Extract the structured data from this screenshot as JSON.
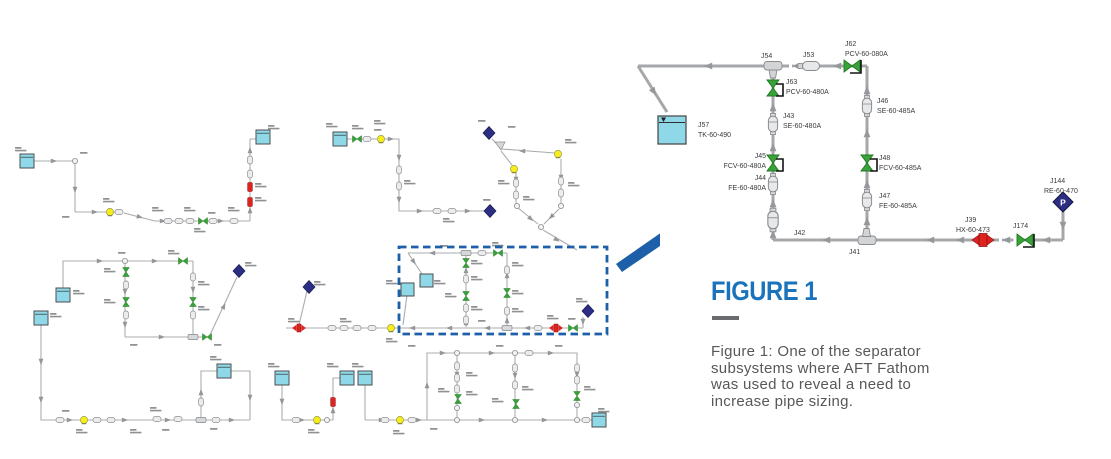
{
  "figure_panel": {
    "heading": "FIGURE 1",
    "caption": "Figure 1: One of the separator subsystems where AFT Fathom was used to reveal a need to increase pipe sizing."
  },
  "colors": {
    "heading_blue": "#1b74bb",
    "rule_gray": "#6a6b6e",
    "caption_gray": "#57585a",
    "selection_box_blue": "#1d5fa8",
    "zoom_arrow_blue": "#1d5fa8",
    "pipe_gray": "#a5a7aa",
    "valve_green": "#3aa23a",
    "tank_cyan": "#8ed8e7",
    "junction_yellow": "#f8ed1c",
    "heat_exchanger_red": "#df2420",
    "marker_navy": "#2b2e83"
  },
  "subsystem_diagram": {
    "nodes": {
      "j57": {
        "id": "J57",
        "tag": "TK-60-490"
      },
      "j54": {
        "id": "J54"
      },
      "j53": {
        "id": "J53"
      },
      "j62": {
        "id": "J62",
        "tag": "PCV-60-080A"
      },
      "j63": {
        "id": "J63",
        "tag": "PCV-60-480A"
      },
      "j43": {
        "id": "J43",
        "tag": "SE-60-480A"
      },
      "j46": {
        "id": "J46",
        "tag": "SE-60-485A"
      },
      "j45": {
        "id": "J45",
        "tag": "FCV-60-480A"
      },
      "j44": {
        "id": "J44",
        "tag": "FE-60-480A"
      },
      "j48": {
        "id": "J48",
        "tag": "FCV-60-485A"
      },
      "j47": {
        "id": "J47",
        "tag": "FE-60-485A"
      },
      "j42": {
        "id": "J42"
      },
      "j41": {
        "id": "J41"
      },
      "j39": {
        "id": "J39",
        "tag": "HX-60-473"
      },
      "j174": {
        "id": "J174"
      },
      "j144": {
        "id": "J144",
        "tag": "RE-60-470",
        "letter": "P"
      }
    }
  }
}
